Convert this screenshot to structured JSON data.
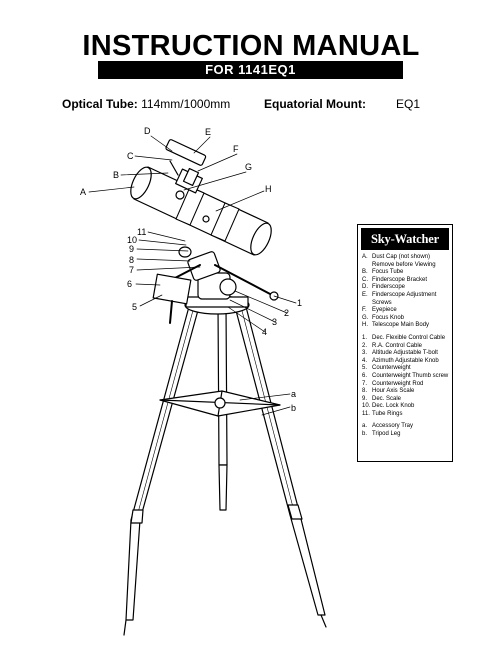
{
  "header": {
    "title": "INSTRUCTION MANUAL",
    "subtitle": "FOR 1141EQ1"
  },
  "specs": {
    "optical_tube_label": "Optical Tube:",
    "optical_tube_value": "114mm/1000mm",
    "mount_label": "Equatorial Mount:",
    "mount_value": "EQ1"
  },
  "diagram": {
    "callouts": [
      "A",
      "B",
      "C",
      "D",
      "E",
      "F",
      "G",
      "H",
      "1",
      "2",
      "3",
      "4",
      "5",
      "6",
      "7",
      "8",
      "9",
      "10",
      "11",
      "a",
      "b"
    ]
  },
  "legend": {
    "brand": "Sky-Watcher",
    "letters": [
      {
        "key": "A.",
        "text": "Dust Cap (not shown) Remove before Viewing"
      },
      {
        "key": "B.",
        "text": "Focus Tube"
      },
      {
        "key": "C.",
        "text": "Finderscope Bracket"
      },
      {
        "key": "D.",
        "text": "Finderscope"
      },
      {
        "key": "E.",
        "text": "Finderscope Adjustment Screws"
      },
      {
        "key": "F.",
        "text": "Eyepiece"
      },
      {
        "key": "G.",
        "text": "Focus Knob"
      },
      {
        "key": "H.",
        "text": "Telescope Main Body"
      }
    ],
    "numbers": [
      {
        "key": "1.",
        "text": "Dec. Flexible Control Cable"
      },
      {
        "key": "2.",
        "text": "R.A. Control Cable"
      },
      {
        "key": "3.",
        "text": "Altitude Adjustable T-bolt"
      },
      {
        "key": "4.",
        "text": "Azimuth Adjustable Knob"
      },
      {
        "key": "5.",
        "text": "Counterweight"
      },
      {
        "key": "6.",
        "text": "Counterweight Thumb screw"
      },
      {
        "key": "7.",
        "text": "Counterweight Rod"
      },
      {
        "key": "8.",
        "text": "Hour Axis Scale"
      },
      {
        "key": "9.",
        "text": "Dec. Scale"
      },
      {
        "key": "10.",
        "text": "Dec. Lock Knob"
      },
      {
        "key": "11.",
        "text": "Tube Rings"
      }
    ],
    "accessories": [
      {
        "key": "a.",
        "text": "Accessory Tray"
      },
      {
        "key": "b.",
        "text": "Tripod Leg"
      }
    ]
  }
}
